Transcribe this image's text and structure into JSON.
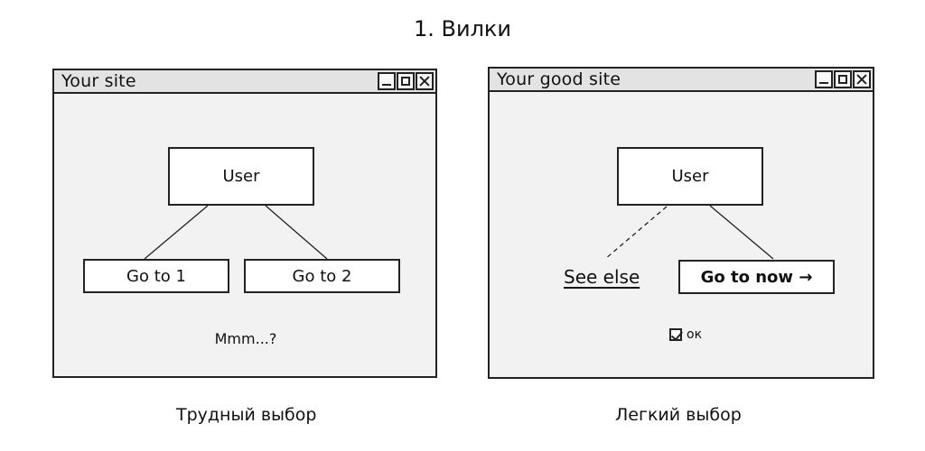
{
  "heading": "1. Вилки",
  "left": {
    "window_title": "Your site",
    "root": "User",
    "option1": "Go to 1",
    "option2": "Go to 2",
    "note": "Mmm...?",
    "caption": "Трудный выбор"
  },
  "right": {
    "window_title": "Your good site",
    "root": "User",
    "secondary_link": "See else",
    "primary_button": "Go to now →",
    "checkbox_label": "ок",
    "checkbox_checked": true,
    "caption": "Легкий выбор"
  }
}
